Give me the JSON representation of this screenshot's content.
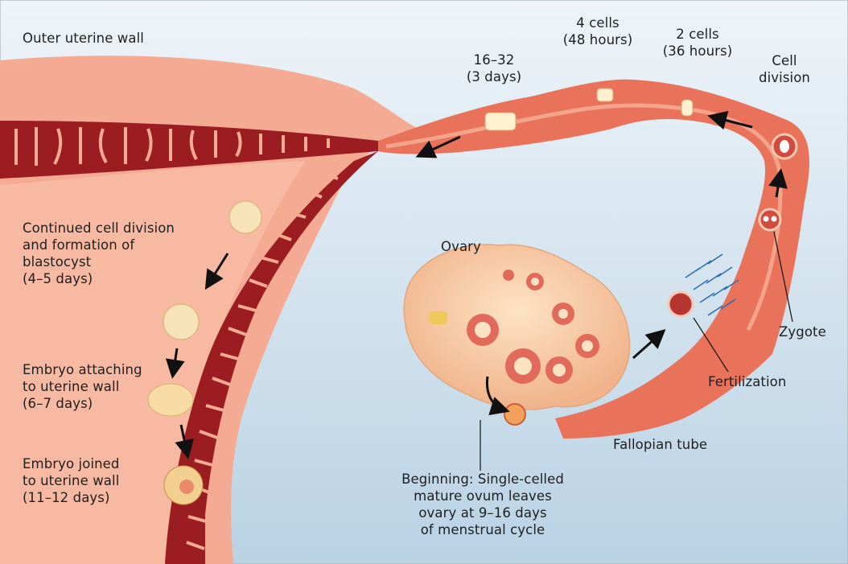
{
  "labels": {
    "outer_uterine_wall": "Outer uterine wall",
    "stage_16_32": "16–32\n(3 days)",
    "stage_4_cells": "4 cells\n(48 hours)",
    "stage_2_cells": "2 cells\n(36 hours)",
    "cell_division": "Cell\ndivision",
    "blastocyst": "Continued cell division\nand formation of\nblastocyst\n(4–5 days)",
    "ovary": "Ovary",
    "zygote": "Zygote",
    "fertilization": "Fertilization",
    "embryo_attaching": "Embryo attaching\nto uterine wall\n(6–7 days)",
    "fallopian_tube": "Fallopian tube",
    "embryo_joined": "Embryo joined\nto uterine wall\n(11–12 days)",
    "beginning": "Beginning: Single-celled\nmature ovum leaves\novary at 9–16 days\nof menstrual cycle"
  },
  "colors": {
    "background": "#c9dcea",
    "uterine_tissue": "#f3a28a",
    "endometrium": "#9b1d22",
    "tube": "#e9725a",
    "ovary": "#f6c99e"
  }
}
